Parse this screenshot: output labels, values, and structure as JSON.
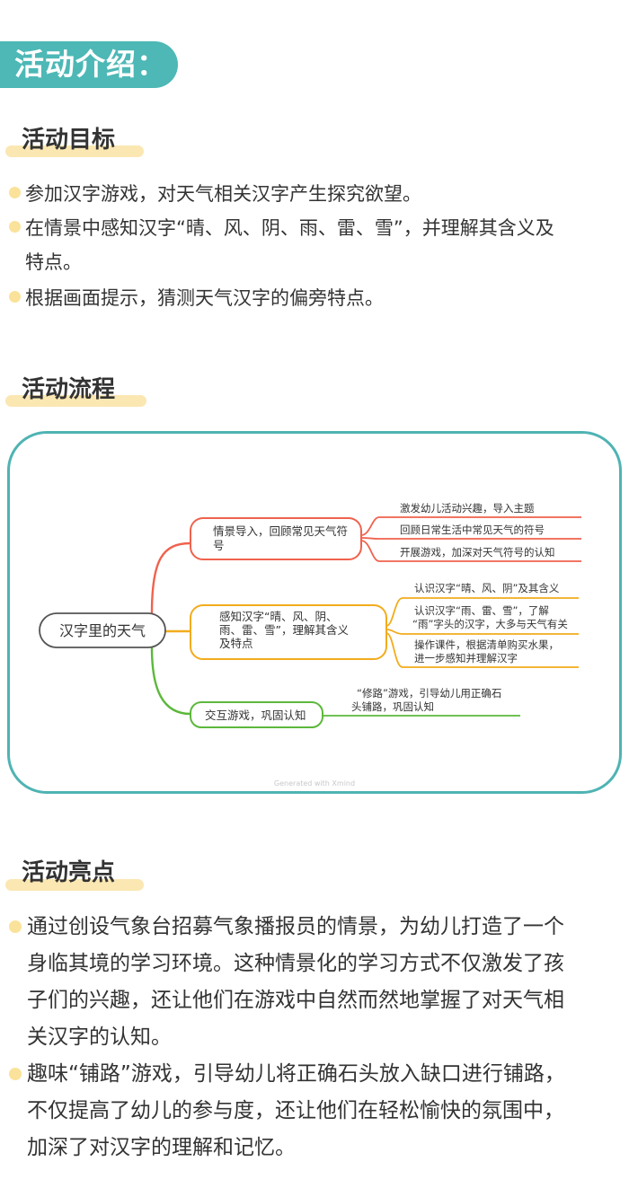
{
  "intro": {
    "title": "活动介绍："
  },
  "goals": {
    "title": "活动目标",
    "items": [
      [
        "参加汉字游戏，对天气相关汉字产生探究欲望。"
      ],
      [
        "在情景中感知汉字“晴、风、阴、雨、雷、雪”，并理解其含义及",
        "特点。"
      ],
      [
        "根据画面提示，猜测天气汉字的偏旁特点。"
      ]
    ]
  },
  "flow": {
    "title": "活动流程",
    "mindmap": {
      "root": "汉字里的天气",
      "branches": [
        {
          "label": [
            "情景导入，回顾常见天气符",
            "号"
          ],
          "color": "#f0624d",
          "leaves": [
            [
              "激发幼儿活动兴趣，导入主题"
            ],
            [
              "回顾日常生活中常见天气的符号"
            ],
            [
              "开展游戏，加深对天气符号的认知"
            ]
          ]
        },
        {
          "label": [
            "感知汉字“晴、风、阴、",
            "雨、雷、雪”，理解其含义",
            "及特点"
          ],
          "color": "#f2ac1c",
          "leaves": [
            [
              "认识汉字“晴、风、阴”及其含义"
            ],
            [
              "认识汉字“雨、雷、雪”，了解",
              "“雨”字头的汉字，大多与天气有关"
            ],
            [
              "操作课件，根据清单购买水果，",
              "进一步感知并理解汉字"
            ]
          ]
        },
        {
          "label": [
            "交互游戏，巩固认知"
          ],
          "color": "#5cb83b",
          "leaves": [
            [
              "“修路”游戏，引导幼儿用正确石",
              "头铺路，巩固认知"
            ]
          ]
        }
      ],
      "watermark": "Generated with Xmind"
    }
  },
  "highlights": {
    "title": "活动亮点",
    "items": [
      [
        "通过创设气象台招募气象播报员的情景，为幼儿打造了一个",
        "身临其境的学习环境。这种情景化的学习方式不仅激发了孩",
        "子们的兴趣，还让他们在游戏中自然而然地掌握了对天气相",
        "关汉字的认知。"
      ],
      [
        "趣味“铺路”游戏，引导幼儿将正确石头放入缺口进行铺路，",
        "不仅提高了幼儿的参与度，还让他们在轻松愉快的氛围中，",
        "加深了对汉字的理解和记忆。"
      ]
    ]
  },
  "colors": {
    "intro_bg": "#4db8b6",
    "frame_border": "#4fb3b3",
    "highlight": "#fbe7b2",
    "bullet": "#fbe29a"
  }
}
